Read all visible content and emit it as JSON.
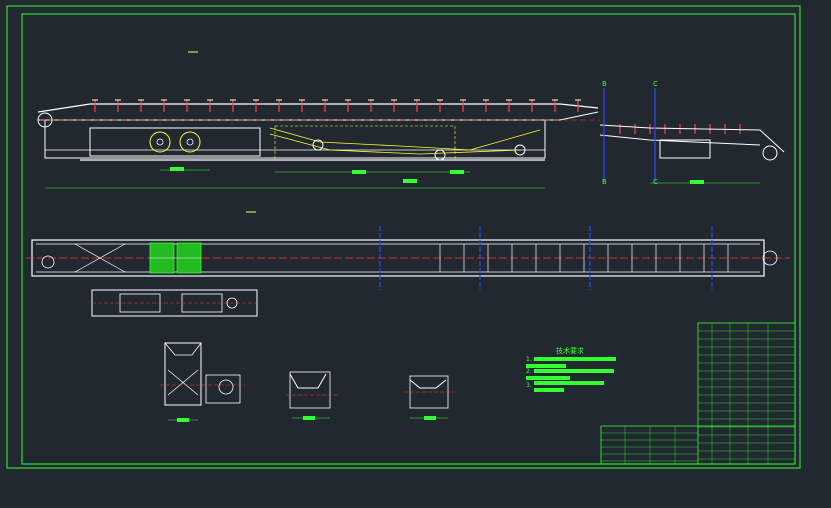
{
  "drawing": {
    "colors": {
      "background": "#212830",
      "frame": "#33ff33",
      "structure": "#ffffff",
      "centerline": "#ff3333",
      "section": "#3344ff",
      "belt": "#ffff33",
      "accent": "#33ff33"
    },
    "section_marks": [
      "B",
      "B",
      "C",
      "C"
    ],
    "notes_title": "技术要求",
    "notes_items": [
      "1.",
      "2.",
      "3."
    ]
  }
}
